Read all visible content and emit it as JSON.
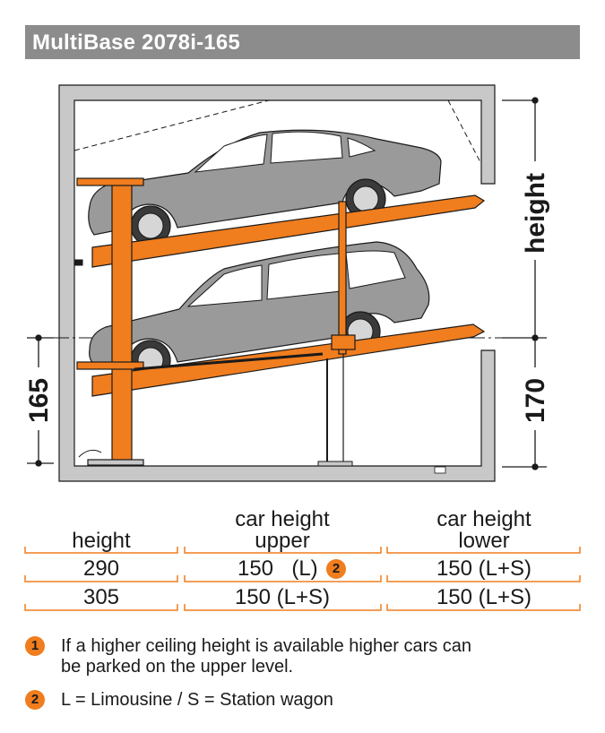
{
  "title": "MultiBase 2078i-165",
  "dimensions": {
    "right_upper_label": "height",
    "right_lower_label": "170",
    "left_lower_label": "165"
  },
  "table": {
    "headers": {
      "col1": "height",
      "col2_line1": "car height",
      "col2_line2": "upper",
      "col3_line1": "car height",
      "col3_line2": "lower"
    },
    "rows": [
      {
        "height": "290",
        "upper": "150",
        "upper_type": "(L)",
        "upper_note": "2",
        "lower": "150 (L+S)"
      },
      {
        "height": "305",
        "upper": "150 (L+S)",
        "lower": "150 (L+S)"
      }
    ]
  },
  "notes": [
    {
      "badge": "1",
      "line1": "If a higher ceiling height is available higher cars can",
      "line2": "be parked on the upper level."
    },
    {
      "badge": "2",
      "line1": "L = Limousine / S = Station wagon"
    }
  ],
  "colors": {
    "accent": "#f07d1e",
    "title_bg": "#8c8c8c",
    "wall": "#c8c8c8",
    "car": "#9a9a9a"
  }
}
